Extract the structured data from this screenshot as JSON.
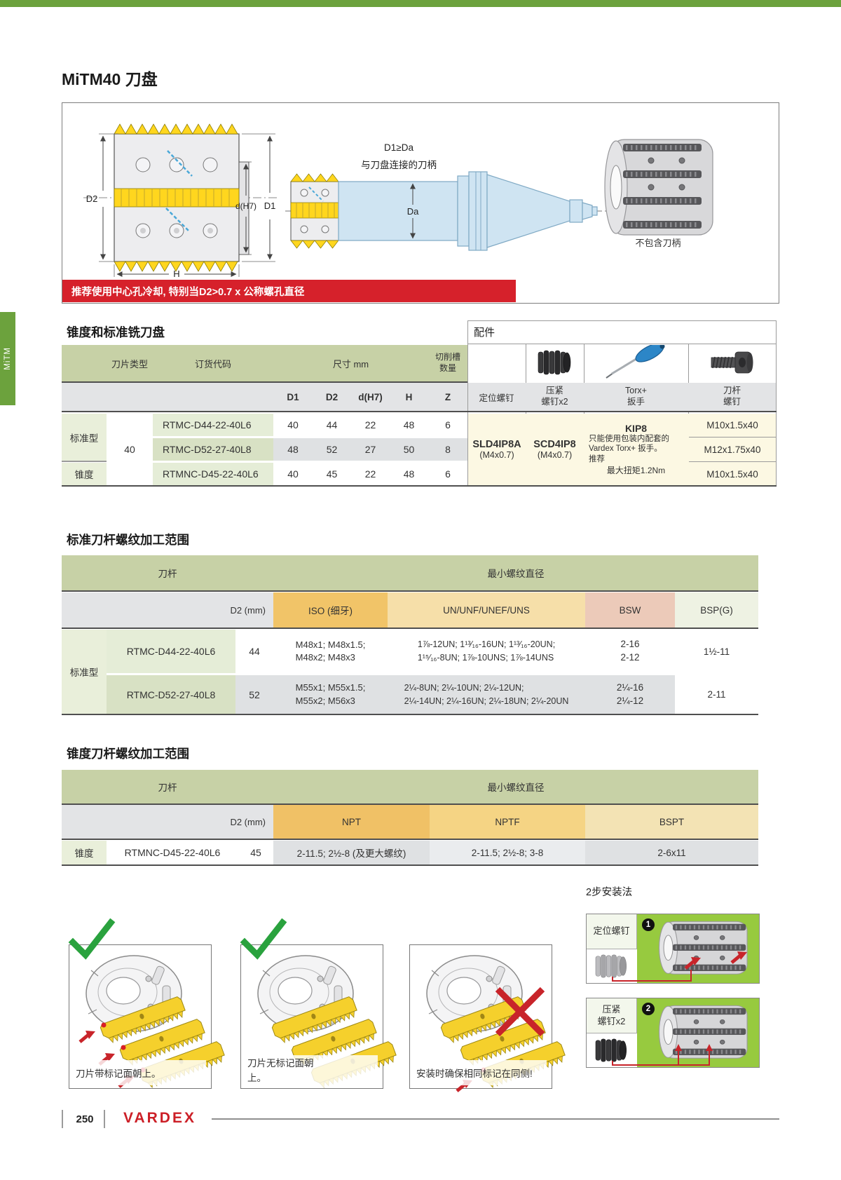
{
  "page": {
    "title": "MiTM40 刀盘",
    "banner": "推荐使用中心孔冷却, 特别当D2>0.7 x 公称螺孔直径",
    "sidebar_tab": "MiTM",
    "page_number": "250",
    "brand": "VARDEX"
  },
  "figure": {
    "d2": "D2",
    "dh7": "d(H7)",
    "d1": "D1",
    "h": "H",
    "da": "Da",
    "cond": "D1≥Da",
    "shank_note": "与刀盘连接的刀柄",
    "photo_note": "不包含刀柄"
  },
  "t1": {
    "title": "锥度和标准铣刀盘",
    "acc_title": "配件",
    "h_type": "刀片类型",
    "h_code": "订货代码",
    "h_dim": "尺寸 mm",
    "h_flutes": "切削槽\n数量",
    "c_d1": "D1",
    "c_d2": "D2",
    "c_dh7": "d(H7)",
    "c_h": "H",
    "c_z": "Z",
    "g1": "标准型",
    "g2": "锥度",
    "type_val": "40",
    "r1": {
      "code": "RTMC-D44-22-40L6",
      "d1": "40",
      "d2": "44",
      "dh7": "22",
      "h": "48",
      "z": "6"
    },
    "r2": {
      "code": "RTMC-D52-27-40L8",
      "d1": "48",
      "d2": "52",
      "dh7": "27",
      "h": "50",
      "z": "8"
    },
    "r3": {
      "code": "RTMNC-D45-22-40L6",
      "d1": "40",
      "d2": "45",
      "dh7": "22",
      "h": "48",
      "z": "6"
    },
    "acc": {
      "h_set": "定位螺钉",
      "h_clamp": "压紧\n螺钉x2",
      "h_torx": "Torx+\n扳手",
      "h_screw": "刀杆\n螺钉",
      "set_code": "SLD4IP8A",
      "set_spec": "(M4x0.7)",
      "clamp_code": "SCD4IP8",
      "clamp_spec": "(M4x0.7)",
      "torx_code": "KIP8",
      "torx_note": "只能使用包装内配套的\nVardex Torx+ 扳手。\n推荐",
      "torx_torque": "最大扭矩1.2Nm",
      "screw1": "M10x1.5x40",
      "screw2": "M12x1.75x40",
      "screw3": "M10x1.5x40"
    }
  },
  "t2": {
    "title": "标准刀杆螺纹加工范围",
    "h_holder": "刀杆",
    "h_min": "最小螺纹直径",
    "c_d2": "D2 (mm)",
    "c_iso": "ISO (细牙)",
    "c_un": "UN/UNF/UNEF/UNS",
    "c_bsw": "BSW",
    "c_bsp": "BSP(G)",
    "g": "标准型",
    "r1": {
      "code": "RTMC-D44-22-40L6",
      "d2": "44",
      "iso": "M48x1; M48x1.5;\nM48x2; M48x3",
      "un": "1⅞-12UN; 1¹³⁄₁₆-16UN; 1¹³⁄₁₆-20UN;\n1¹⁵⁄₁₆-8UN; 1⅞-10UNS; 1⅞-14UNS",
      "bsw": "2-16\n2-12",
      "bsp": "1½-11"
    },
    "r2": {
      "code": "RTMC-D52-27-40L8",
      "d2": "52",
      "iso": "M55x1; M55x1.5;\nM55x2; M56x3",
      "un": "2¼-8UN;  2¼-10UN; 2¼-12UN;\n2¼-14UN;  2¼-16UN; 2¼-18UN; 2¼-20UN",
      "bsw": "2¼-16\n2¼-12",
      "bsp": "2-11"
    }
  },
  "t3": {
    "title": "锥度刀杆螺纹加工范围",
    "h_holder": "刀杆",
    "h_min": "最小螺纹直径",
    "c_d2": "D2 (mm)",
    "c_npt": "NPT",
    "c_nptf": "NPTF",
    "c_bspt": "BSPT",
    "g": "锥度",
    "r": {
      "code": "RTMNC-D45-22-40L6",
      "d2": "45",
      "npt": "2-11.5; 2½-8 (及更大螺纹)",
      "nptf": "2-11.5; 2½-8; 3-8",
      "bspt": "2-6x11"
    }
  },
  "install": {
    "title": "2步安装法",
    "cap1": "刀片带标记面朝上。",
    "cap2": "刀片无标记面朝\n上。",
    "cap3": "安装时确保相同标记在同侧!",
    "step1": "定位螺钉",
    "step1_num": "1",
    "step2": "压紧\n螺钉x2",
    "step2_num": "2"
  }
}
